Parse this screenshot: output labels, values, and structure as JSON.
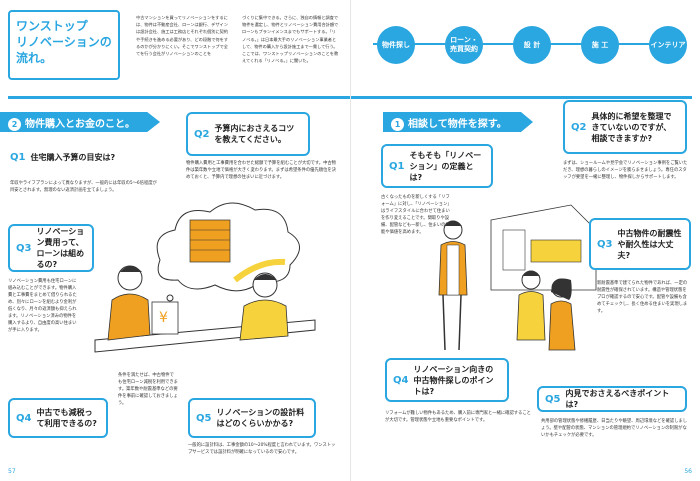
{
  "header": {
    "title_line1": "ワンストップ",
    "title_line2": "リノベーションの",
    "title_line3": "流れ。",
    "intro_a": "中古マンションを買ってリノベーションをするには、物件は不動産会社、ローンは銀行、デザインは設計会社、施工は工務店とそれぞれ個別に契約や手続きを進める必要があり、どの段階で何をするのかが分かりにくい。そこでワンストップで全てを行う会社がリノベーションのことを",
    "intro_b": "づくりに集中できる。さらに、独自の情報と調査で物件を選定し、物件とリノベーション費用合計額でローンもプランイメンスまでもサポートする。「リノベる。」は日本最大手のリノベーション事業者として、物件の購入から設計施工まで一貫して行う。ここでは、ワンストップリノベーションのことを教えてくれる「リノベる。」に聞いた。",
    "flow_steps": [
      "物件探し",
      "ローン・\n売買契約",
      "設 計",
      "施 工",
      "インテリア"
    ]
  },
  "left": {
    "banner_num": "2",
    "banner_text": "物件購入とお金のこと。",
    "q1_label": "Q1",
    "q1_text": "住宅購入予算の目安は?",
    "q1_body": "年収やライフプランによって異なりますが、一般的には年収の5〜6倍程度が目安とされます。無理のない返済計画を立てましょう。",
    "q2_label": "Q2",
    "q2_text": "予算内におさえるコツを教えてください。",
    "q2_body": "物件購入費用と工事費用を合わせた総額で予算を組むことが大切です。中古物件は築年数や立地で価格が大きく変わります。まずは希望条件の優先順位を決めておくと、予算内で理想の住まいに近づけます。",
    "q3_label": "Q3",
    "q3_text": "リノベーション費用って、ローンは組めるの?",
    "q3_body": "リノベーション費用も住宅ローンに組み込むことができます。物件購入費と工事費をまとめて借りられるため、別々にローンを組むより金利が低くなり、月々の返済額も抑えられます。リノベーション済みの物件を購入するより、自由度の高い住まいが手に入ります。",
    "q4_label": "Q4",
    "q4_text": "中古でも減税って利用できるの?",
    "q4_body": "条件を満たせば、中古物件でも住宅ローン減税を利用できます。築年数や耐震基準などの要件を事前に確認しておきましょう。",
    "q5_label": "Q5",
    "q5_text": "リノベーションの設計料はどのくらいかかる?",
    "q5_body": "一般的に設計料は、工事金額の10〜20%程度と言われています。ワンストップサービスでは設計料が明確になっているので安心です。",
    "page_number": "57"
  },
  "right": {
    "banner_num": "1",
    "banner_text": "相談して物件を探す。",
    "q1_label": "Q1",
    "q1_text": "そもそも「リノベーション」の定義とは?",
    "q1_body": "古くなったものを新しくする「リフォーム」に対し、「リノベーション」はライフスタイルに合わせて住まいを作り変えることです。間取りや設備、配管なども一新し、住まいの性能や価値を高めます。",
    "q2_label": "Q2",
    "q2_text": "具体的に希望を整理できていないのですが、相談できますか?",
    "q2_body": "まずは、ショールームや見学会でリノベーション事例をご覧いただき、理想の暮らしのイメージを膨らませましょう。専任のスタッフが要望を一緒に整理し、物件探しからサポートします。",
    "q3_label": "Q3",
    "q3_text": "中古物件の耐震性や耐久性は大丈夫?",
    "q3_body": "新耐震基準で建てられた物件であれば、一定の耐震性が確保されています。構造や管理状態をプロが確認するので安心です。配管や設備も含めてチェックし、長く住める住まいを実現します。",
    "q4_label": "Q4",
    "q4_text": "リノベーション向きの中古物件探しのポイントは?",
    "q4_body": "リフォームが難しい物件もあるため、購入前に専門家と一緒に確認することが大切です。管理状態や立地も重要なポイントです。",
    "q5_label": "Q5",
    "q5_text": "内見でおさえるべきポイントは?",
    "q5_body": "共用部の管理状態や修繕履歴、日当たりや眺望、周辺環境などを確認しましょう。壁や配管の状態、マンションの管理規約でリノベーションの制限がないかもチェックが必要です。",
    "page_number": "56"
  },
  "colors": {
    "accent": "#2aa6e0",
    "illus_orange": "#f0a020",
    "illus_yellow": "#f6d23c"
  }
}
